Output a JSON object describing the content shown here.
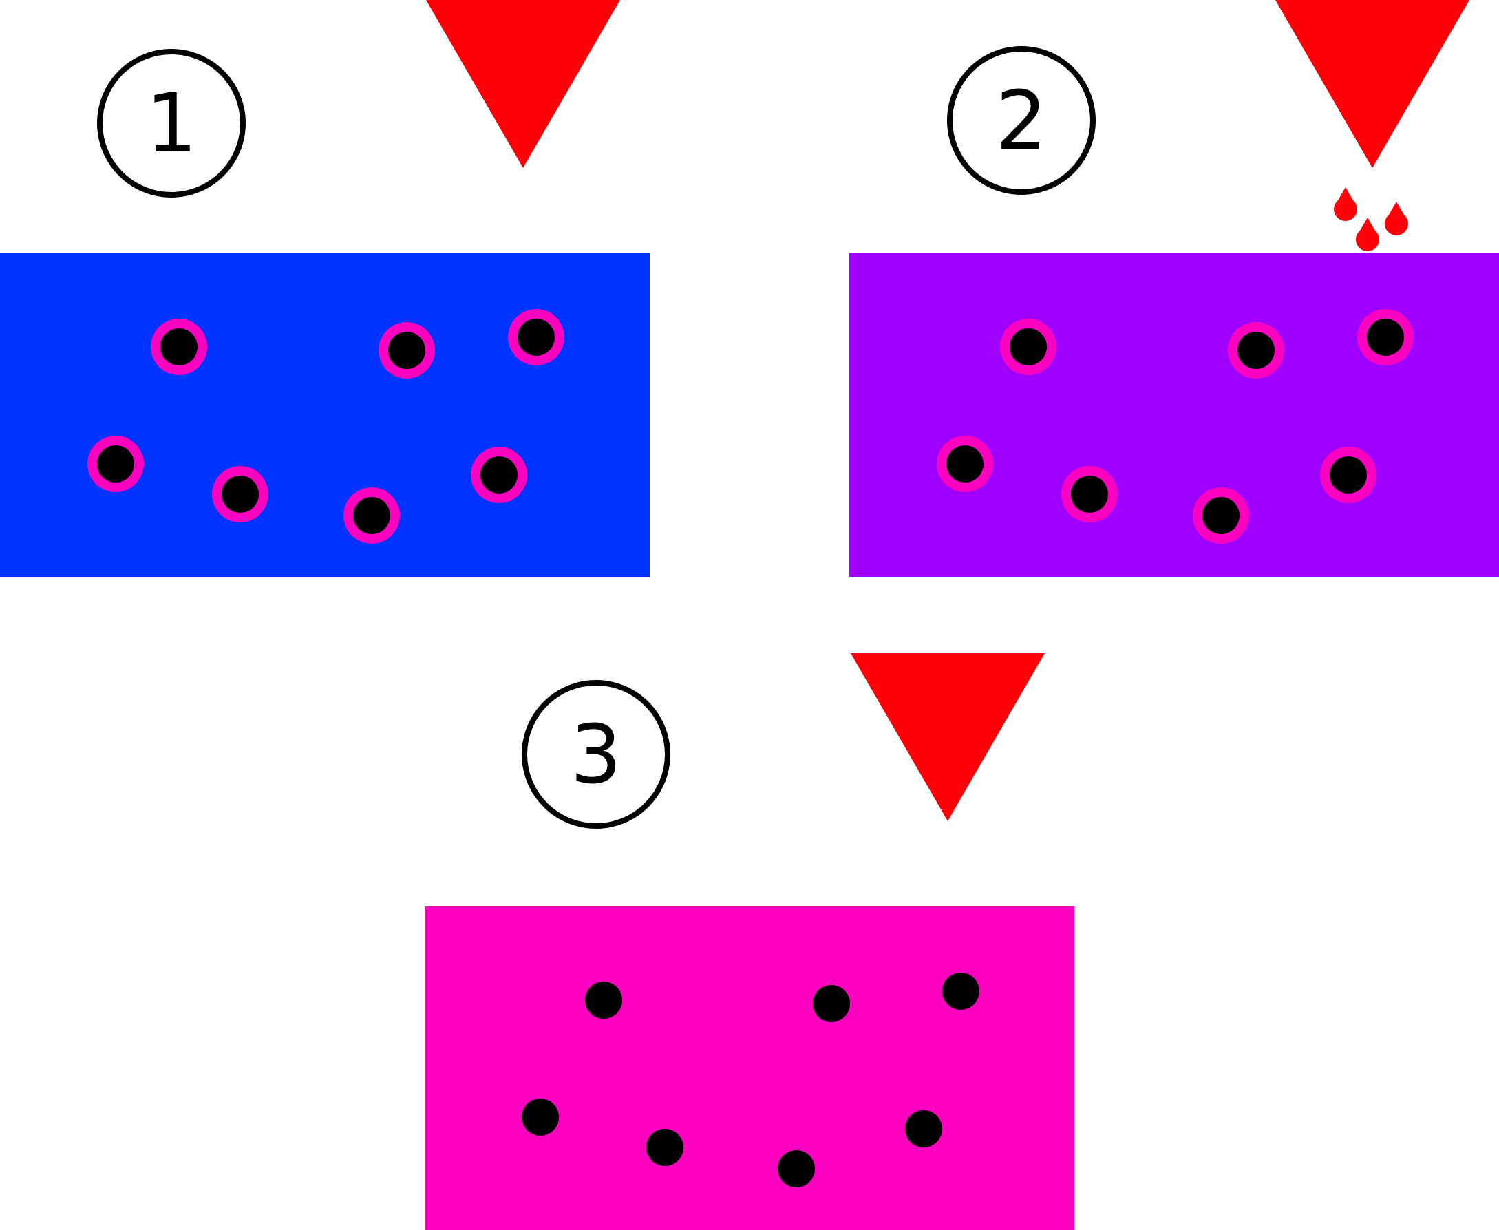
{
  "colors": {
    "background": "#ffffff",
    "dropper": "#ff0008",
    "drop": "#ff0008",
    "ring": "#ff00c0",
    "dot": "#000000",
    "panel_1": "#0033ff",
    "panel_2": "#a000ff",
    "panel_3": "#ff00c0",
    "badge_stroke": "#000000"
  },
  "steps": [
    {
      "label": "1",
      "panel_color": "#0033ff",
      "dots_ringed": true,
      "has_drops": false,
      "drop_count": 0,
      "dot_count": 7
    },
    {
      "label": "2",
      "panel_color": "#a000ff",
      "dots_ringed": true,
      "has_drops": true,
      "drop_count": 3,
      "dot_count": 7
    },
    {
      "label": "3",
      "panel_color": "#ff00c0",
      "dots_ringed": false,
      "has_drops": false,
      "drop_count": 0,
      "dot_count": 7
    }
  ],
  "icons": {
    "dropper": "downward-triangle-icon",
    "drop": "droplet-icon",
    "badge": "numbered-circle-badge"
  }
}
